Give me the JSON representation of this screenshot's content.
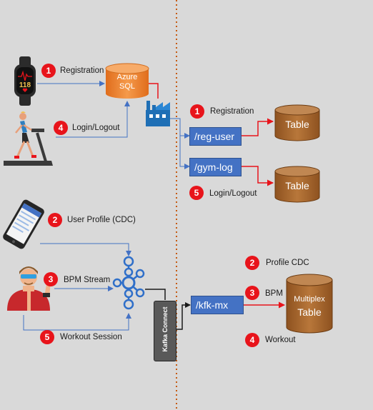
{
  "left_flows": {
    "registration": {
      "badge": "1",
      "label": "Registration"
    },
    "login": {
      "badge": "4",
      "label": "Login/Logout"
    },
    "user_profile": {
      "badge": "2",
      "label": "User Profile (CDC)"
    },
    "bpm_stream": {
      "badge": "3",
      "label": "BPM Stream"
    },
    "workout_session": {
      "badge": "5",
      "label": "Workout Session"
    }
  },
  "azure_sql": {
    "line1": "Azure",
    "line2": "SQL"
  },
  "kafka_connect": {
    "label": "Kafka Connect"
  },
  "topics": {
    "reg_user": "/reg-user",
    "gym_log": "/gym-log",
    "kfk_mx": "/kfk-mx"
  },
  "right_flows": {
    "registration": {
      "badge": "1",
      "label": "Registration"
    },
    "login": {
      "badge": "5",
      "label": "Login/Logout"
    },
    "profile_cdc": {
      "badge": "2",
      "label": "Profile CDC"
    },
    "bpm": {
      "badge": "3",
      "label": "BPM"
    },
    "workout": {
      "badge": "4",
      "label": "Workout"
    }
  },
  "tables": {
    "table1": "Table",
    "table2": "Table",
    "multiplex_line1": "Multiplex",
    "multiplex_line2": "Table"
  },
  "colors": {
    "badge": "#e8141b",
    "topic": "#4472c4",
    "azure_sql": "#ed7d31",
    "table": "#a5672d",
    "divider": "#c55a11",
    "connector_blue": "#4472c4",
    "connector_red": "#e8141b"
  }
}
